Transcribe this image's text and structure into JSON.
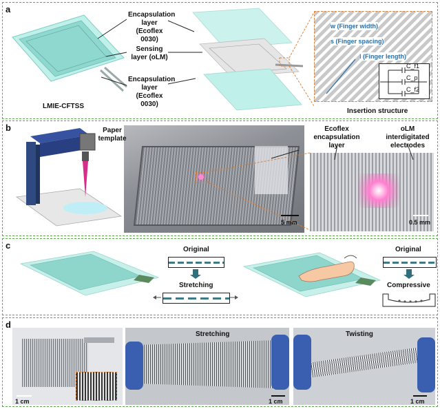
{
  "panel_a": {
    "label": "a",
    "encap_top": "Encapsulation layer (Ecoflex 0030)",
    "sensing": "Sensing layer (oLM)",
    "encap_bottom": "Encapsulation layer (Ecoflex 0030)",
    "device_name": "LMIE-CFTSS",
    "insertion": "Insertion structure",
    "w_label": "w (Finger width)",
    "s_label": "s (Finger spacing)",
    "l_label": "l (Finger length)",
    "cf1": "C_f1",
    "cp": "C_p",
    "cf2": "C_f2"
  },
  "panel_b": {
    "label": "b",
    "paper": "Paper template",
    "ecoflex": "Ecoflex encapsulation layer",
    "olm": "oLM interdigitated electrodes",
    "scale_5mm": "5 mm",
    "scale_05mm": "0.5 mm"
  },
  "panel_c": {
    "label": "c",
    "original_left": "Original",
    "stretching": "Stretching",
    "original_right": "Original",
    "compressive": "Compressive"
  },
  "panel_d": {
    "label": "d",
    "stretching": "Stretching",
    "twisting": "Twisting",
    "scale1": "1 cm",
    "scale2": "1 cm",
    "scale3": "1 cm"
  },
  "colors": {
    "panel_border": "#5aa84a",
    "cyan_film": "#9be3dd",
    "callout": "#d9823a",
    "label_blue": "#2a6ea8"
  }
}
